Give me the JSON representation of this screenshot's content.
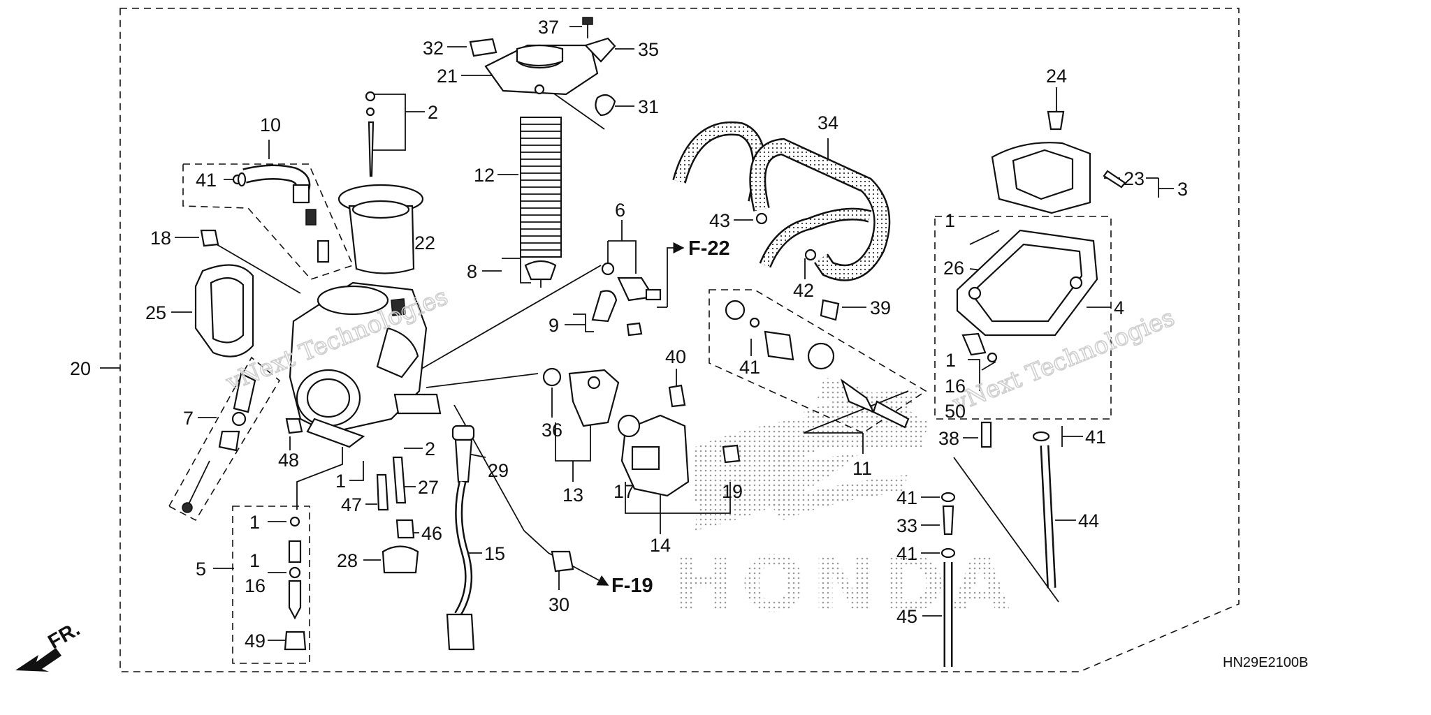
{
  "diagram": {
    "callouts": {
      "c37": "37",
      "c32": "32",
      "c35": "35",
      "c21": "21",
      "c31": "31",
      "c2a": "2",
      "c10": "10",
      "c41a": "41",
      "c12": "12",
      "c22": "22",
      "c18": "18",
      "c8": "8",
      "c6": "6",
      "c25": "25",
      "c9": "9",
      "c24": "24",
      "c34": "34",
      "c23": "23",
      "c3": "3",
      "c43": "43",
      "c1a": "1",
      "c26": "26",
      "c4": "4",
      "c42": "42",
      "c39": "39",
      "c41b": "41",
      "c40": "40",
      "c20": "20",
      "c1b": "1",
      "c16a": "16",
      "c50": "50",
      "c7": "7",
      "c36": "36",
      "c38": "38",
      "c41c": "41",
      "c11": "11",
      "c48": "48",
      "c2b": "2",
      "c29": "29",
      "c13": "13",
      "c17": "17",
      "c19": "19",
      "c1c": "1",
      "c27": "27",
      "c41d": "41",
      "c47": "47",
      "c33": "33",
      "c44": "44",
      "c46": "46",
      "c14": "14",
      "c1d": "1",
      "c41e": "41",
      "c28": "28",
      "c15": "15",
      "c5": "5",
      "c1e": "1",
      "c16b": "16",
      "c30": "30",
      "c45": "45",
      "c49": "49"
    },
    "refs": {
      "f22": "F-22",
      "f19": "F-19"
    },
    "front_label": "FR.",
    "watermark": "vNext Technologies",
    "brand_ghost": "HONDA",
    "code": "HN29E2100B"
  }
}
